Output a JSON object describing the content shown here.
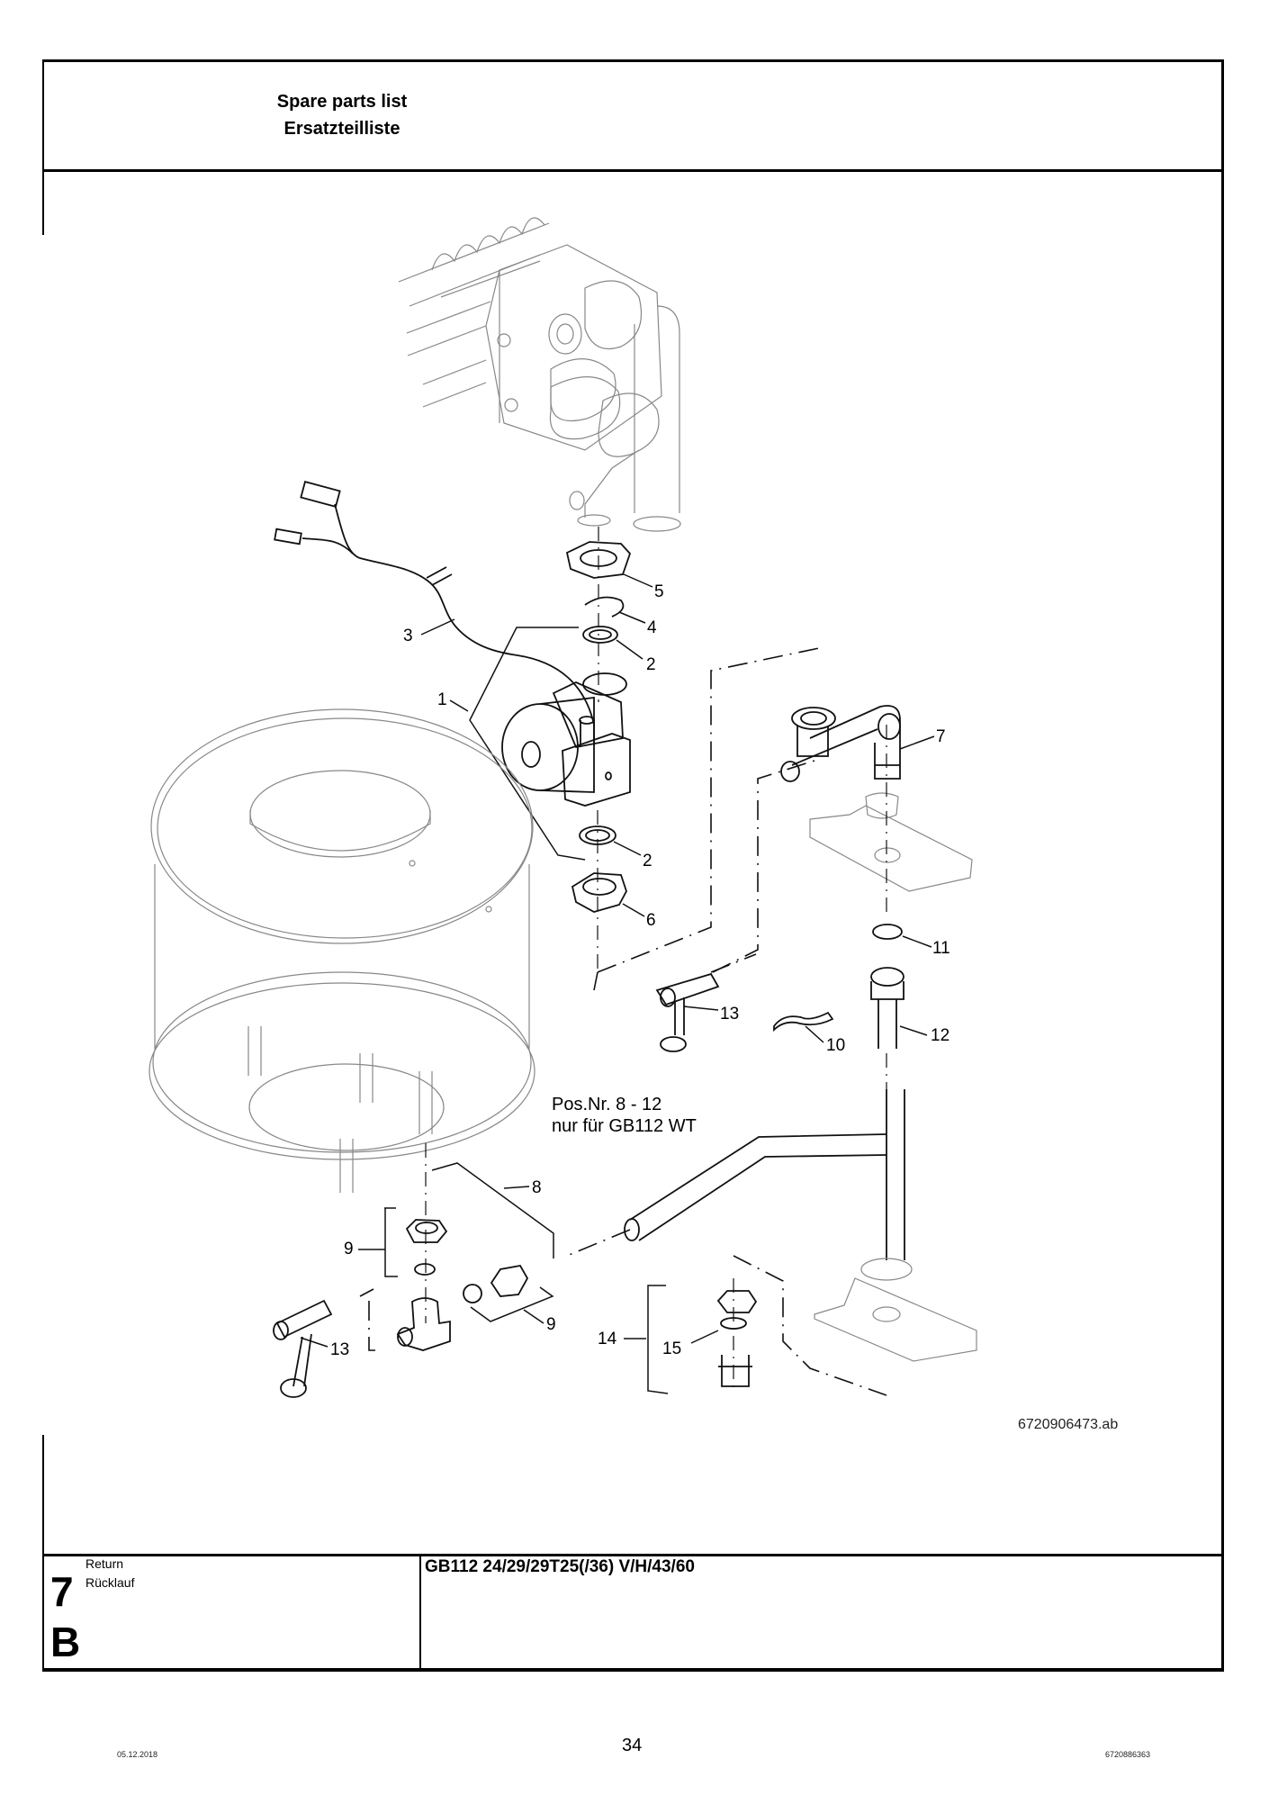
{
  "header": {
    "title_en": "Spare parts list",
    "title_de": "Ersatzteilliste"
  },
  "figure": {
    "id": "6720906473.ab",
    "note_line1": "Pos.Nr. 8 - 12",
    "note_line2": "nur für GB112 WT",
    "callouts": [
      {
        "label": "5",
        "part": "hex-nut-top"
      },
      {
        "label": "4",
        "part": "retaining-clip"
      },
      {
        "label": "3",
        "part": "pump-cable"
      },
      {
        "label": "2",
        "part": "sealing-ring-top"
      },
      {
        "label": "1",
        "part": "circulation-pump"
      },
      {
        "label": "7",
        "part": "elbow-pipe"
      },
      {
        "label": "2",
        "part": "sealing-ring-bottom"
      },
      {
        "label": "6",
        "part": "hex-nut-bottom"
      },
      {
        "label": "11",
        "part": "o-ring"
      },
      {
        "label": "13",
        "part": "drain-cock-right"
      },
      {
        "label": "12",
        "part": "return-pipe"
      },
      {
        "label": "10",
        "part": "spring-clip"
      },
      {
        "label": "8",
        "part": "connection-set"
      },
      {
        "label": "9",
        "part": "union-nut-set-left"
      },
      {
        "label": "9",
        "part": "union-nut-set-right"
      },
      {
        "label": "14",
        "part": "connection-fitting-set"
      },
      {
        "label": "15",
        "part": "gasket"
      },
      {
        "label": "13",
        "part": "drain-cock-left"
      }
    ]
  },
  "footer": {
    "section_number": "7",
    "section_letter": "B",
    "section_label_en": "Return",
    "section_label_de": "Rücklauf",
    "model": "GB112 24/29/29T25(/36) V/H/43/60"
  },
  "page": {
    "date": "05.12.2018",
    "number": "34",
    "doc_number": "6720886363"
  }
}
